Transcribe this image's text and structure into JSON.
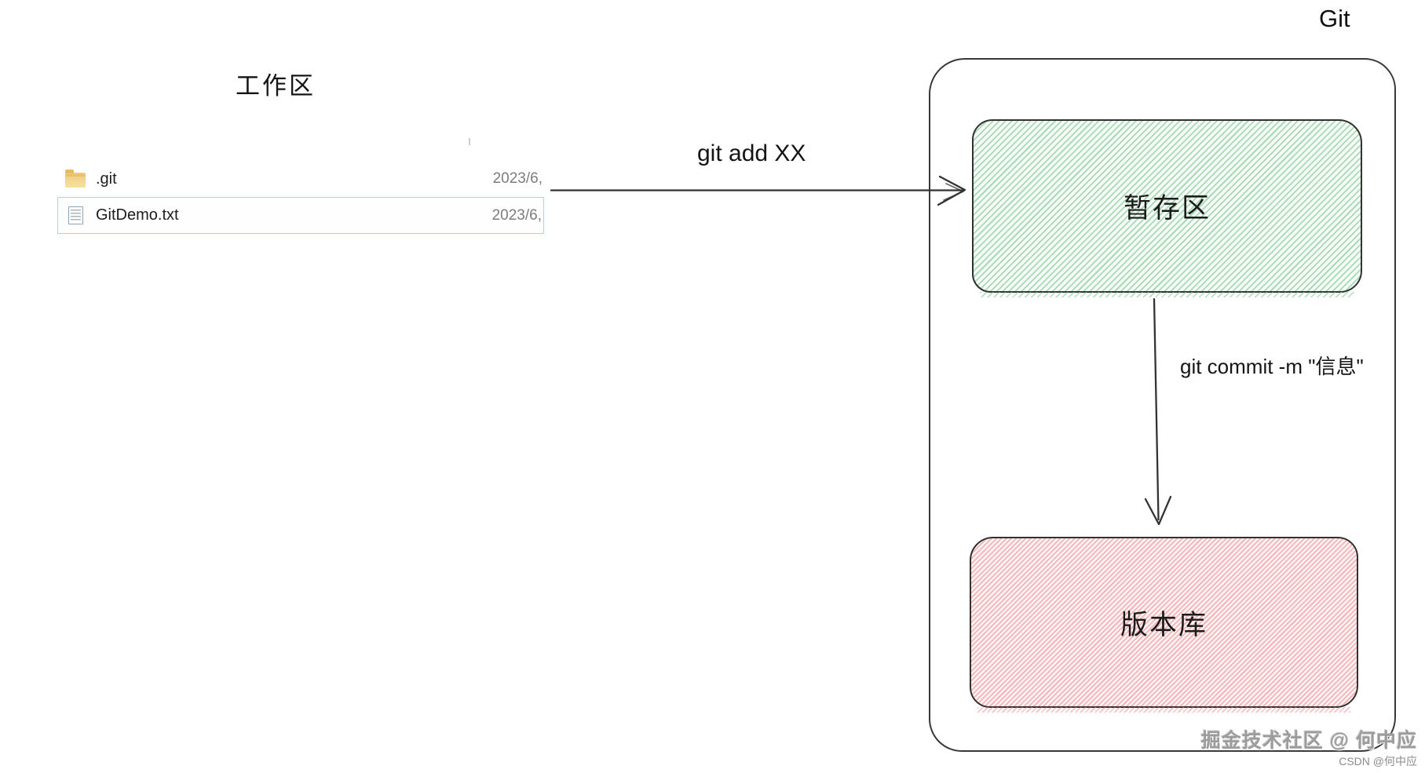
{
  "workspace": {
    "title": "工作区",
    "files": [
      {
        "name": ".git",
        "date": "2023/6,",
        "icon": "folder-icon",
        "selected": false
      },
      {
        "name": "GitDemo.txt",
        "date": "2023/6,",
        "icon": "text-file-icon",
        "selected": true
      }
    ]
  },
  "git_panel": {
    "title": "Git",
    "staging_label": "暂存区",
    "repo_label": "版本库"
  },
  "arrows": {
    "add_label": "git add XX",
    "commit_label": "git commit -m \"信息\""
  },
  "watermarks": {
    "juejin": "掘金技术社区 @ 何中应",
    "csdn": "CSDN @何中应"
  },
  "colors": {
    "staging_hatch": "#76c590",
    "repo_hatch": "#ec8086",
    "outline": "#383838",
    "selection_border": "#a9d2f3",
    "date_text": "#7d7d7d",
    "folder_icon": "#f0d28a",
    "watermark_gray": "#9c9c9c"
  }
}
